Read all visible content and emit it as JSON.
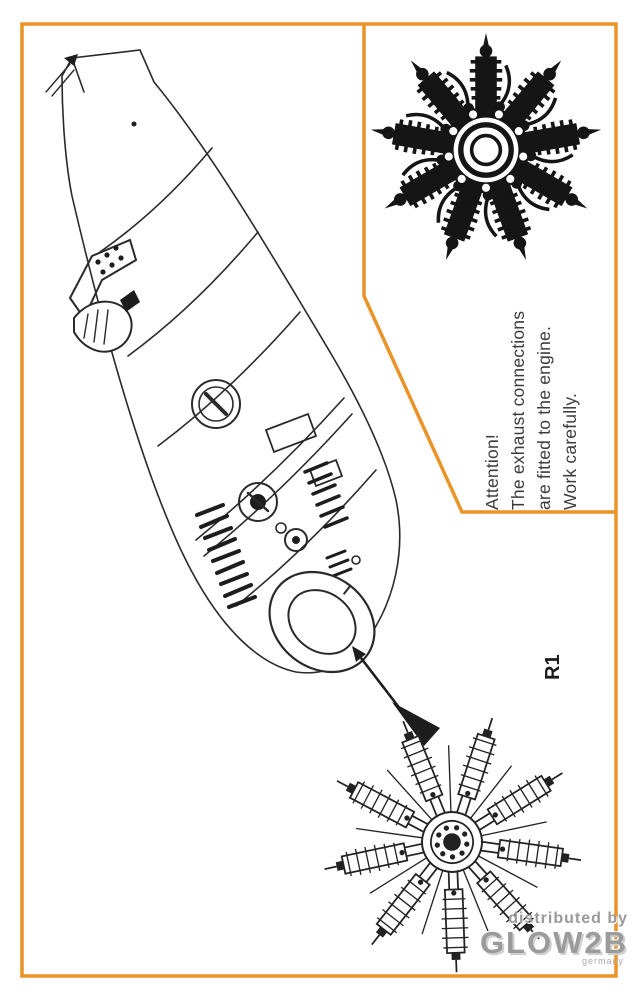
{
  "attention": {
    "lines": [
      "Attention!",
      "The exhaust connections",
      "are fitted to the engine.",
      "Work carefully."
    ]
  },
  "labels": {
    "part": "R1"
  },
  "watermark": {
    "line1": "distributed by",
    "brand": "GLOW2B",
    "country": "germany"
  },
  "colors": {
    "accent_orange": "#EA9329",
    "ink": "#1d1d1d",
    "watermark_gray": "#9a9a9a"
  },
  "artwork": {
    "top_right": "radial-engine-detail-drawing",
    "bottom": "radial-engine-part-drawing",
    "left": "aircraft-fuselage-drawing",
    "arrow": "assembly-direction-arrow"
  }
}
